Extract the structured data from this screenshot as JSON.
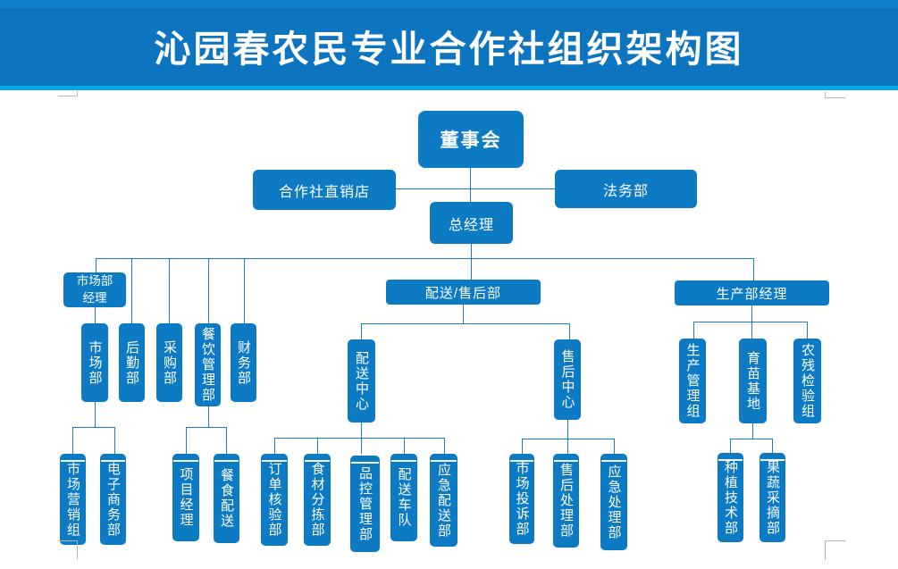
{
  "header": {
    "title": "沁园春农民专业合作社组织架构图"
  },
  "colors": {
    "header_bg": "#0d74c0",
    "accent_strip": "#00a8e4",
    "node_fill": "#0d7ac4",
    "node_text": "#ffffff",
    "connector": "#1a7bbf",
    "placeholder_marks": "#b5b5b5"
  },
  "nodes": {
    "board": {
      "label": "董事会"
    },
    "direct_store": {
      "label": "合作社直销店"
    },
    "legal": {
      "label": "法务部"
    },
    "gm": {
      "label": "总经理"
    },
    "marketing_manager": {
      "label": "市场部经理"
    },
    "delivery_aftersales": {
      "label": "配送/售后部"
    },
    "production_manager": {
      "label": "生产部经理"
    },
    "marketing": {
      "label": "市场部"
    },
    "logistics": {
      "label": "后勤部"
    },
    "purchasing": {
      "label": "采购部"
    },
    "catering_mgmt": {
      "label": "餐饮管理部"
    },
    "finance": {
      "label": "财务部"
    },
    "delivery_center": {
      "label": "配送中心"
    },
    "aftersales_center": {
      "label": "售后中心"
    },
    "production_group": {
      "label": "生产管理组"
    },
    "seedling_base": {
      "label": "育苗基地"
    },
    "pesticide_check": {
      "label": "农残检验组"
    },
    "marketing_group": {
      "label": "市场营销组"
    },
    "ecommerce": {
      "label": "电子商务部"
    },
    "project_manager": {
      "label": "项目经理"
    },
    "meal_delivery": {
      "label": "餐食配送"
    },
    "order_check": {
      "label": "订单核验部"
    },
    "ingredient_sorting": {
      "label": "食材分拣部"
    },
    "quality_control": {
      "label": "品控管理部"
    },
    "delivery_fleet": {
      "label": "配送车队"
    },
    "emergency_delivery": {
      "label": "应急配送部"
    },
    "market_complaints": {
      "label": "市场投诉部"
    },
    "aftersales_handling": {
      "label": "售后处理部"
    },
    "emergency_handling": {
      "label": "应急处理部"
    },
    "planting_tech": {
      "label": "种植技术部"
    },
    "fruit_picking": {
      "label": "果蔬采摘部"
    }
  }
}
